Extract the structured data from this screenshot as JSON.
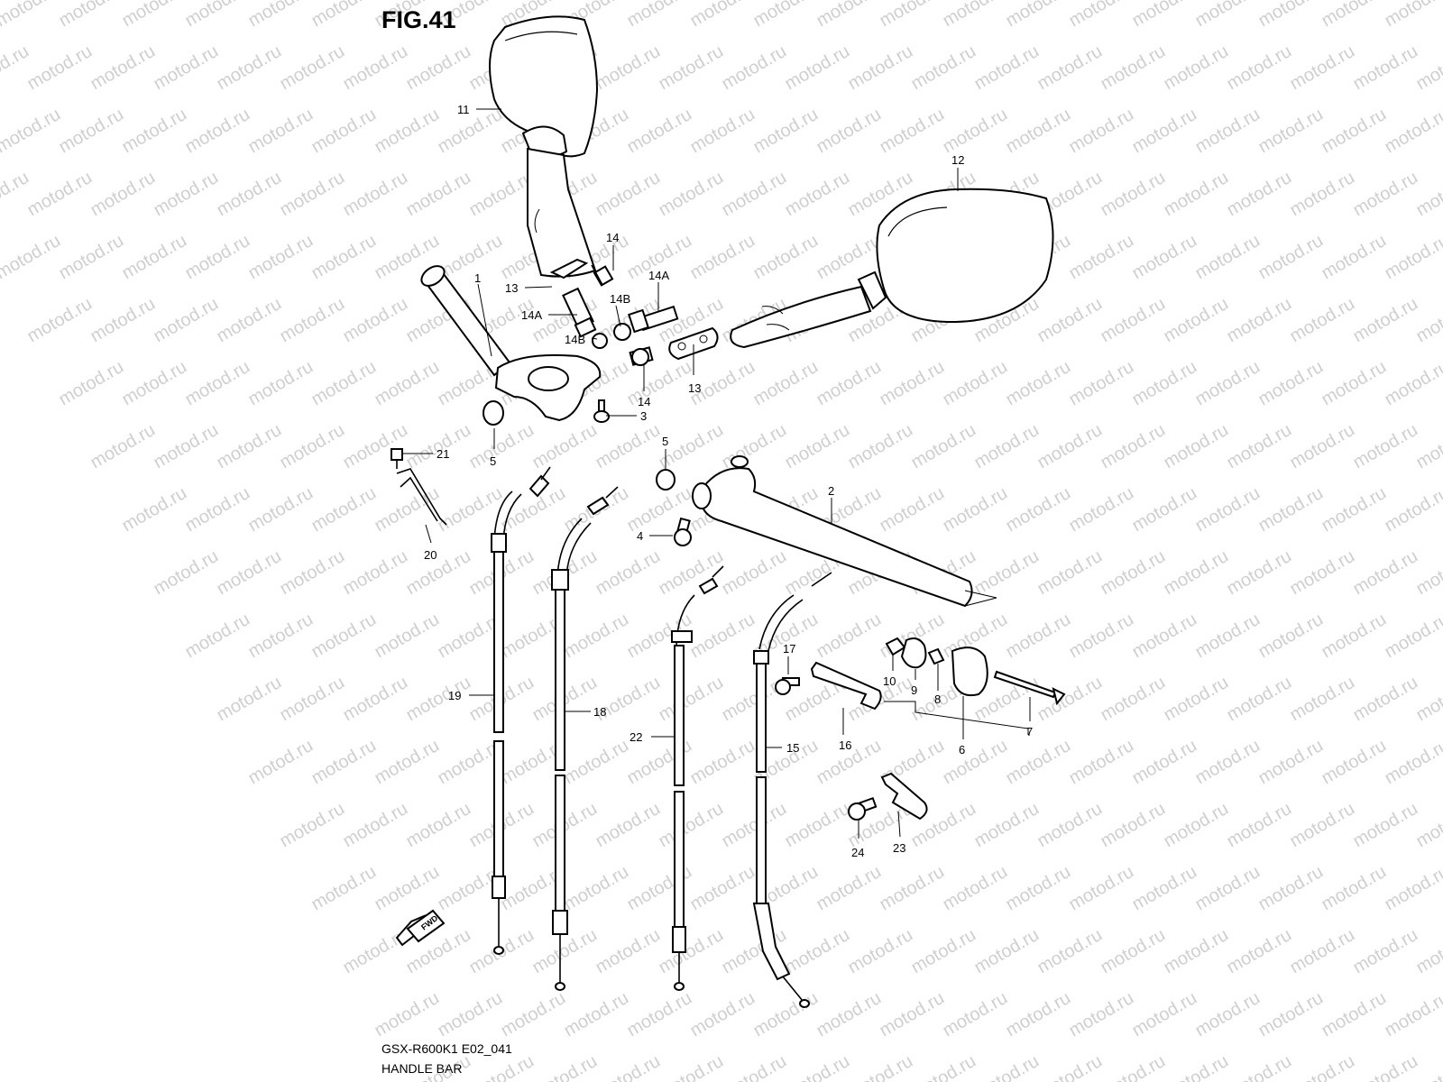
{
  "figure_title": "FIG.41",
  "caption_code": "GSX-R600K1 E02_041",
  "caption_name": "HANDLE BAR",
  "watermark": "motod.ru",
  "fwd_label": "FWD",
  "labels": {
    "p1": "1",
    "p2": "2",
    "p3": "3",
    "p4": "4",
    "p5a": "5",
    "p5b": "5",
    "p6": "6",
    "p7": "7",
    "p8": "8",
    "p9": "9",
    "p10": "10",
    "p11": "11",
    "p12": "12",
    "p13a": "13",
    "p13b": "13",
    "p14a": "14",
    "p14b": "14",
    "p14Aa": "14A",
    "p14Ab": "14A",
    "p14Ba": "14B",
    "p14Bb": "14B",
    "p15": "15",
    "p16": "16",
    "p17": "17",
    "p18": "18",
    "p19": "19",
    "p20": "20",
    "p21": "21",
    "p22": "22",
    "p23": "23",
    "p24": "24"
  }
}
